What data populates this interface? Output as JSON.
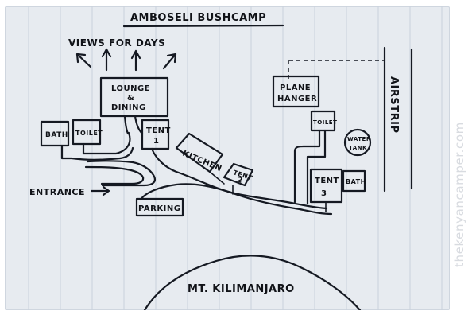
{
  "title": "AMBOSELI BUSHCAMP",
  "views_label": "VIEWS FOR DAYS",
  "lounge_line1": "LOUNGE",
  "lounge_line2": "&",
  "lounge_line3": "DINING",
  "bath_left": "BATH",
  "toilet_left": "TOILET",
  "tent1_line1": "TENT",
  "tent1_line2": "1",
  "kitchen": "KITCHEN",
  "tent2_line1": "TENT",
  "tent2_line2": "2",
  "entrance": "ENTRANCE",
  "parking": "PARKING",
  "plane_line1": "PLANE",
  "plane_line2": "HANGER",
  "toilet_right": "TOILET",
  "water_line1": "WATER",
  "water_line2": "TANK",
  "airstrip": "AIRSTRIP",
  "tent3_line1": "TENT",
  "tent3_line2": "3",
  "bath_right": "BATH",
  "mountain": "MT. KILIMANJARO",
  "watermark": "thekenyancamper.com"
}
